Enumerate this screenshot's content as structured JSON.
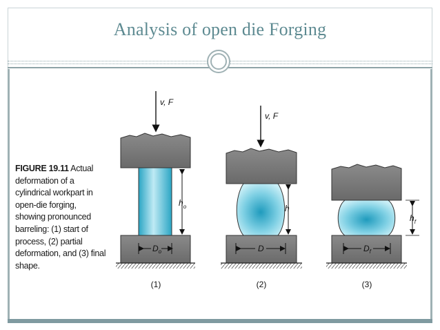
{
  "slide": {
    "title": "Analysis  of open die Forging"
  },
  "figure": {
    "number": "FIGURE 19.11",
    "caption_lines": [
      "Actual",
      "deformation of a",
      "cylindrical workpart in",
      "open-die forging,",
      "showing pronounced",
      "barreling: (1) start of",
      "process, (2) partial",
      "deformation, and (3) final",
      "shape."
    ],
    "stages": [
      {
        "load_label": "v, F",
        "height_label": "h",
        "height_sub": "o",
        "diameter_label": "D",
        "diameter_sub": "o",
        "stage_label": "(1)"
      },
      {
        "load_label": "v, F",
        "height_label": "h",
        "height_sub": "",
        "diameter_label": "D",
        "diameter_sub": "",
        "stage_label": "(2)"
      },
      {
        "load_label": "",
        "height_label": "h",
        "height_sub": "f",
        "diameter_label": "D",
        "diameter_sub": "f",
        "stage_label": "(3)"
      }
    ],
    "colors": {
      "die": "#7d7d7d",
      "die_dark": "#5e5e5e",
      "workpiece_light": "#bfeaf4",
      "workpiece_dark": "#2aa5c4",
      "accent": "#5d8a91"
    }
  }
}
